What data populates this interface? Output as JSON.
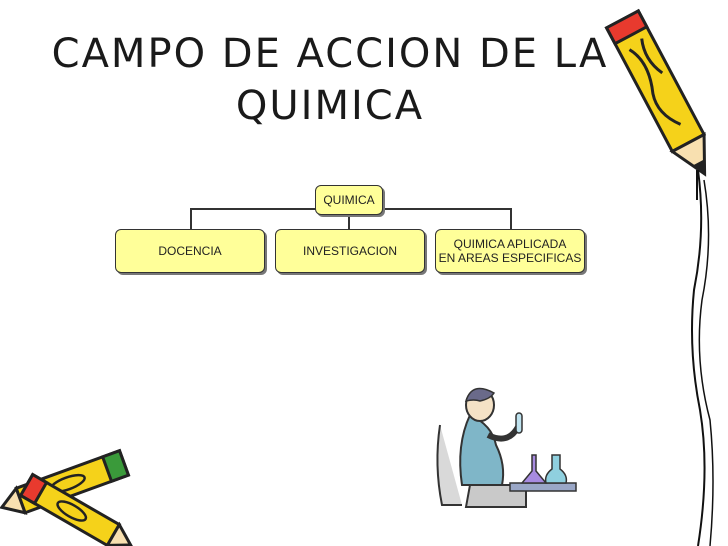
{
  "slide": {
    "title_line1": "CAMPO DE ACCION DE LA",
    "title_line2": "QUIMICA"
  },
  "diagram": {
    "root": "QUIMICA",
    "children": [
      "DOCENCIA",
      "INVESTIGACION",
      "QUIMICA APLICADA EN AREAS ESPECIFICAS"
    ],
    "child3_line1": "QUIMICA APLICADA",
    "child3_line2": "EN AREAS ESPECIFICAS"
  },
  "colors": {
    "box_fill": "#ffff99",
    "connector": "#333333"
  },
  "images": {
    "decor_top_right": "pencil-icon",
    "decor_bottom_left": "pencils-icon",
    "illustration": "chemist-woman-lab-illustration"
  }
}
